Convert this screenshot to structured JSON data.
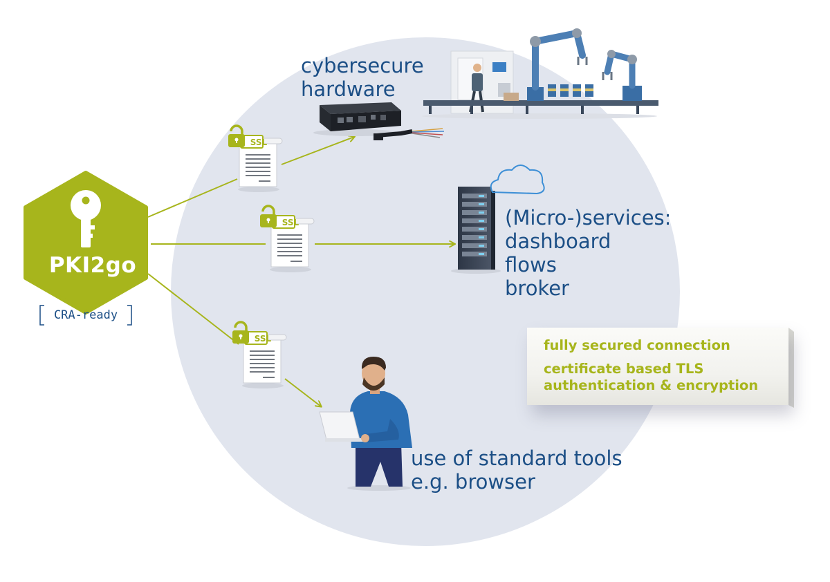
{
  "hub": {
    "title": "PKI2go",
    "badge": "CRA-ready"
  },
  "certificate_label": "SSL",
  "targets": {
    "hardware": [
      "cybersecure",
      "hardware"
    ],
    "services": [
      "(Micro-)services:",
      "dashboard",
      "flows",
      "broker"
    ],
    "tools": [
      "use of standard tools",
      "e.g. browser"
    ]
  },
  "callout": {
    "line1": "fully secured connection",
    "line2": "certificate based TLS",
    "line3": "authentication & encryption"
  },
  "colors": {
    "accent_green": "#a7b51c",
    "text_blue": "#1c4f86",
    "circle_bg": "#e1e5ee"
  }
}
